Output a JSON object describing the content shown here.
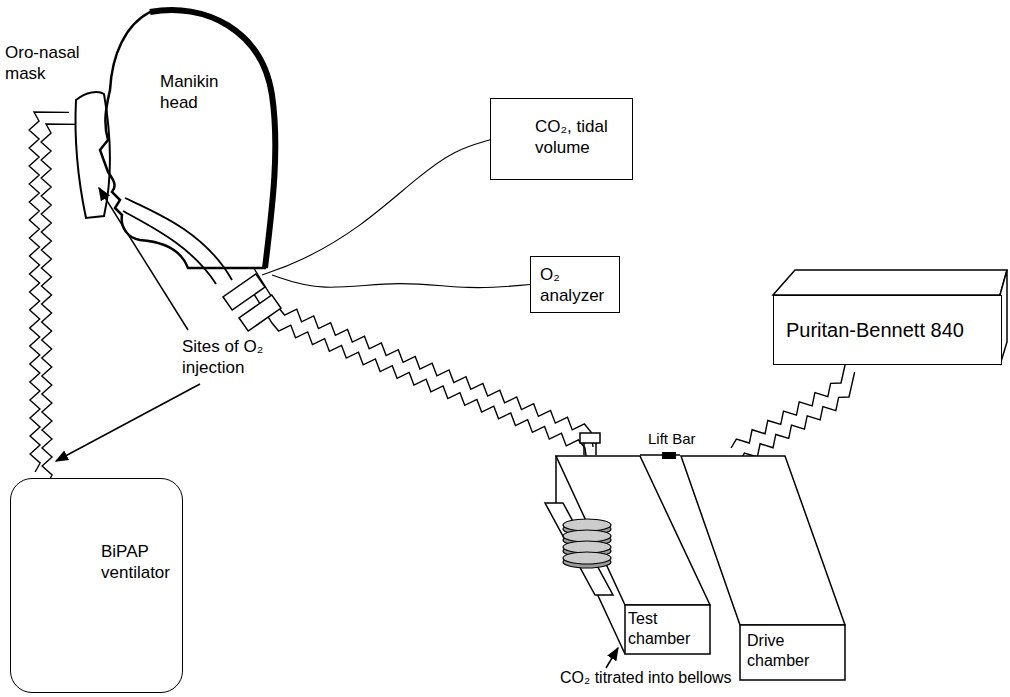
{
  "diagram": {
    "nodes": [
      {
        "text": [
          "Manikin head"
        ]
      },
      {
        "text": [
          "CO₂, tidal volume"
        ]
      },
      {
        "text": [
          "O₂ analyzer"
        ]
      },
      {
        "text": [
          "Puritan-Bennett 840"
        ]
      },
      {
        "text": [
          "BiPAP ventilator"
        ]
      },
      {
        "text": [
          "Test chamber"
        ]
      },
      {
        "text": [
          "Drive chamber"
        ]
      }
    ],
    "edges": [
      {
        "from": 4,
        "to": 0,
        "arrow": "none"
      },
      {
        "from": 0,
        "to": 5,
        "arrow": "none"
      },
      {
        "from": 3,
        "to": 6,
        "arrow": "none"
      },
      {
        "from": 0,
        "to": 1,
        "arrow": "none"
      },
      {
        "from": 0,
        "to": 2,
        "arrow": "none"
      }
    ],
    "labels": [
      "Oro-nasal mask",
      "Sites of O₂ injection",
      "Lift Bar",
      "CO₂ titrated into bellows"
    ]
  }
}
